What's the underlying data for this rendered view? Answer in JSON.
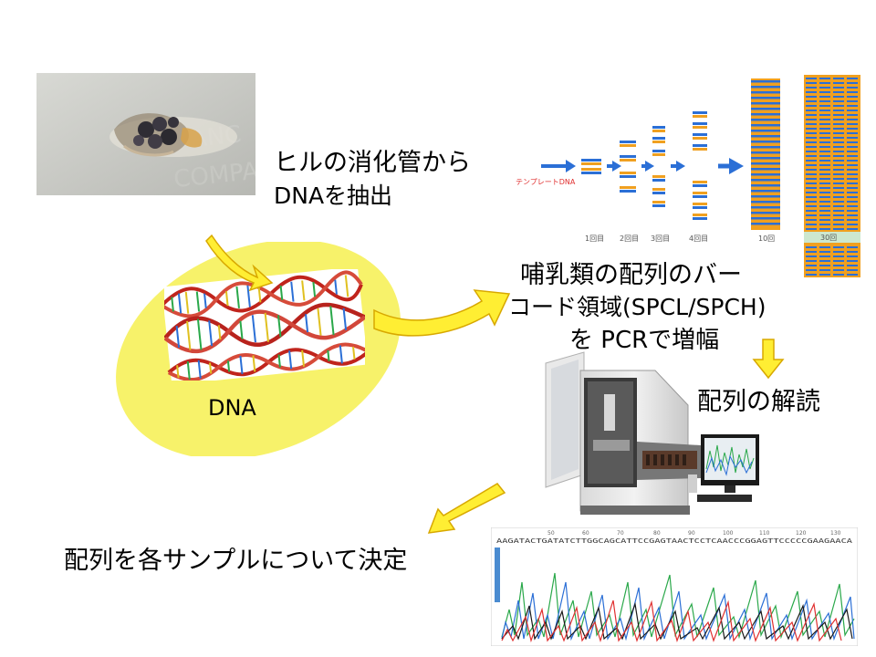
{
  "captions": {
    "extract_line1": "ヒルの消化管から",
    "extract_line2": "DNAを抽出",
    "dna_label": "DNA",
    "amplify_line1": "哺乳類の配列のバー",
    "amplify_line2": "コード領域(SPCL/SPCH)",
    "amplify_line3": "を PCRで増幅",
    "sequence": "配列の解読",
    "determine": "配列を各サンプルについて決定"
  },
  "pcr": {
    "template_label": "テンプレートDNA",
    "cycle_labels": [
      "1回目",
      "2回目",
      "3回目",
      "4回目",
      "10回",
      "30回"
    ]
  },
  "chromatogram": {
    "sequence_text": "AAGATACTGATATCTTGGCAGCATTCCGAGTAACTCCTCAACCCGGAGTTCCCCCGAAGAACA",
    "positions": [
      "50",
      "60",
      "70",
      "80",
      "90",
      "100",
      "110",
      "120",
      "130"
    ]
  },
  "colors": {
    "arrow_yellow": "#ffee33",
    "arrow_outline": "#d8a800",
    "blob_yellow": "#f7f26a",
    "pcr_blue": "#2b6fd6",
    "pcr_orange": "#f0a020",
    "pcr_template_red": "#e03030"
  },
  "icons": [
    "leech-photo",
    "dna-helix-icon",
    "pcr-amplification-diagram",
    "dna-sequencer-photo",
    "chromatogram-trace"
  ]
}
